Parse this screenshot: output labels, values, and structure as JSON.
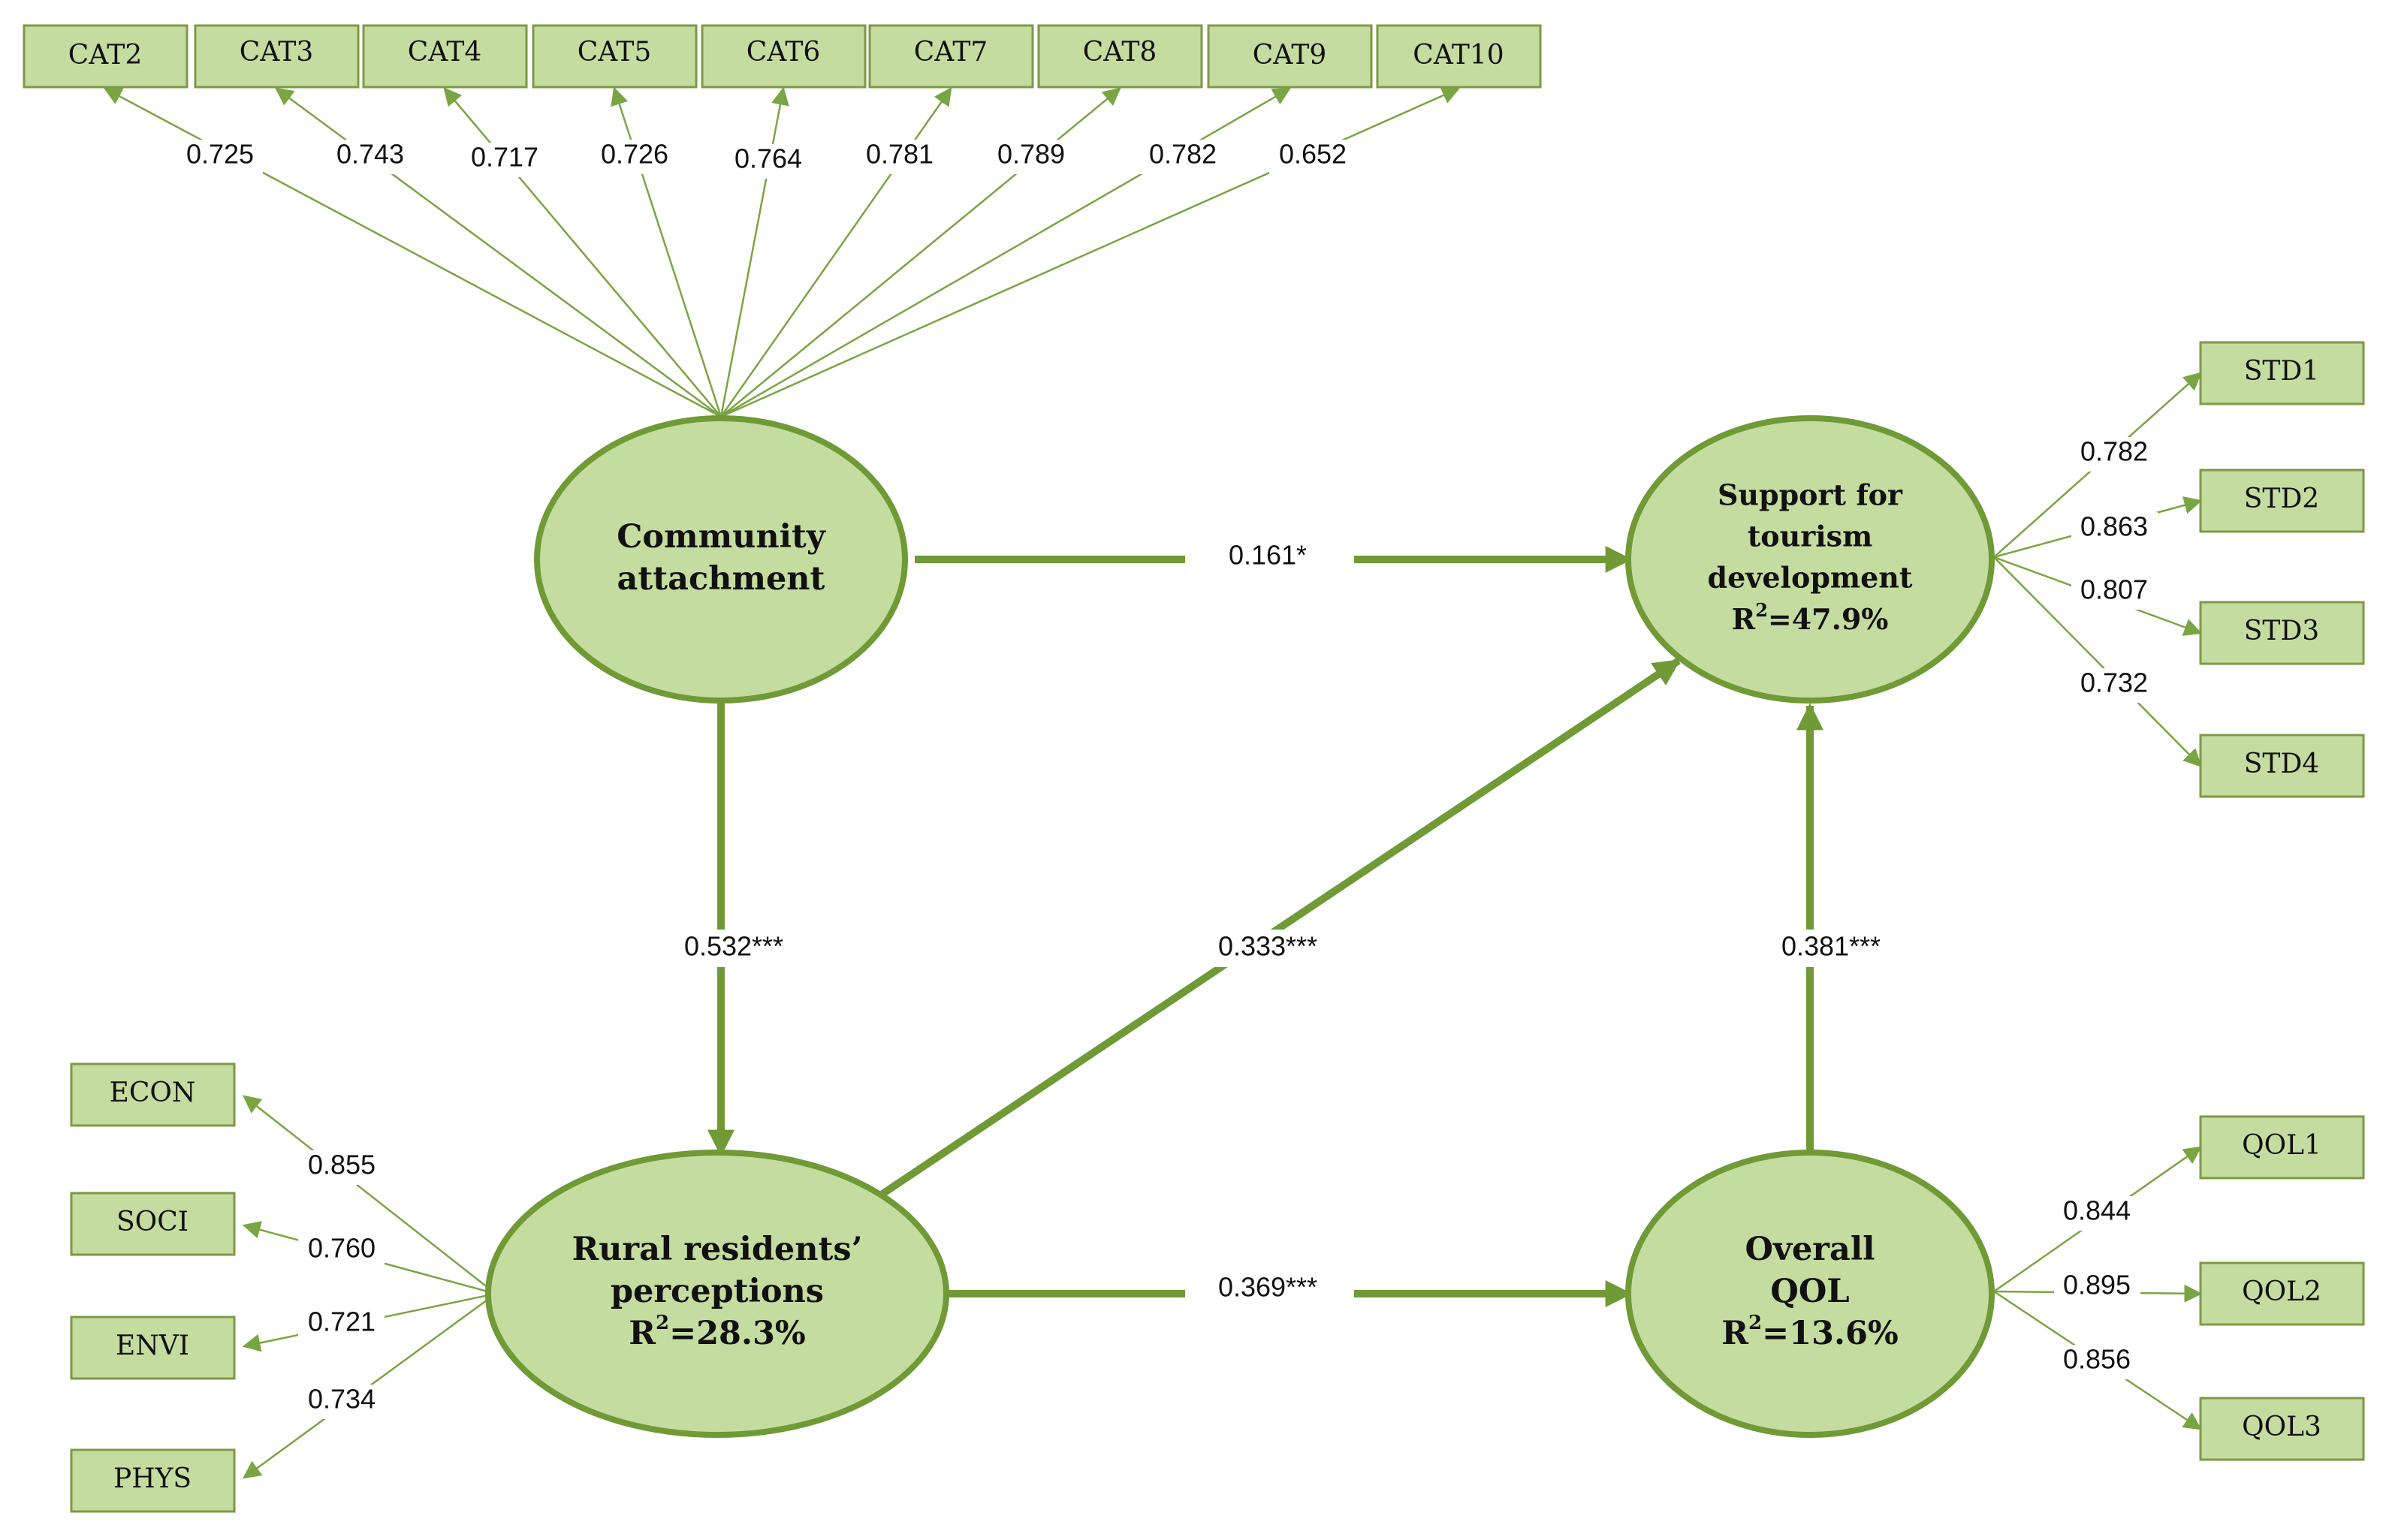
{
  "indicators": {
    "cat2": "CAT2",
    "cat3": "CAT3",
    "cat4": "CAT4",
    "cat5": "CAT5",
    "cat6": "CAT6",
    "cat7": "CAT7",
    "cat8": "CAT8",
    "cat9": "CAT9",
    "cat10": "CAT10",
    "std1": "STD1",
    "std2": "STD2",
    "std3": "STD3",
    "std4": "STD4",
    "qol1": "QOL1",
    "qol2": "QOL2",
    "qol3": "QOL3",
    "econ": "ECON",
    "soci": "SOCI",
    "envi": "ENVI",
    "phys": "PHYS"
  },
  "constructs": {
    "community_attachment": {
      "line1": "Community",
      "line2": "attachment"
    },
    "support_tourism": {
      "line1": "Support for",
      "line2": "tourism",
      "line3": "development",
      "r2_prefix": "R",
      "r2_sup": "2",
      "r2_value": "=47.9%"
    },
    "rural_perceptions": {
      "line1": "Rural residents’",
      "line2": "perceptions",
      "r2_prefix": "R",
      "r2_sup": "2",
      "r2_value": "=28.3%"
    },
    "overall_qol": {
      "line1": "Overall",
      "line2": "QOL",
      "r2_prefix": "R",
      "r2_sup": "2",
      "r2_value": "=13.6%"
    }
  },
  "loadings": {
    "cat2": "0.725",
    "cat3": "0.743",
    "cat4": "0.717",
    "cat5": "0.726",
    "cat6": "0.764",
    "cat7": "0.781",
    "cat8": "0.789",
    "cat9": "0.782",
    "cat10": "0.652",
    "std1": "0.782",
    "std2": "0.863",
    "std3": "0.807",
    "std4": "0.732",
    "qol1": "0.844",
    "qol2": "0.895",
    "qol3": "0.856",
    "econ": "0.855",
    "soci": "0.760",
    "envi": "0.721",
    "phys": "0.734"
  },
  "paths": {
    "ca_to_std": "0.161*",
    "ca_to_rrp": "0.532***",
    "rrp_to_std": "0.333***",
    "qol_to_std": "0.381***",
    "rrp_to_qol": "0.369***"
  },
  "colors": {
    "fill": "#c5dca0",
    "arrow": "#6f9a36",
    "box_border": "#7c9a46"
  }
}
